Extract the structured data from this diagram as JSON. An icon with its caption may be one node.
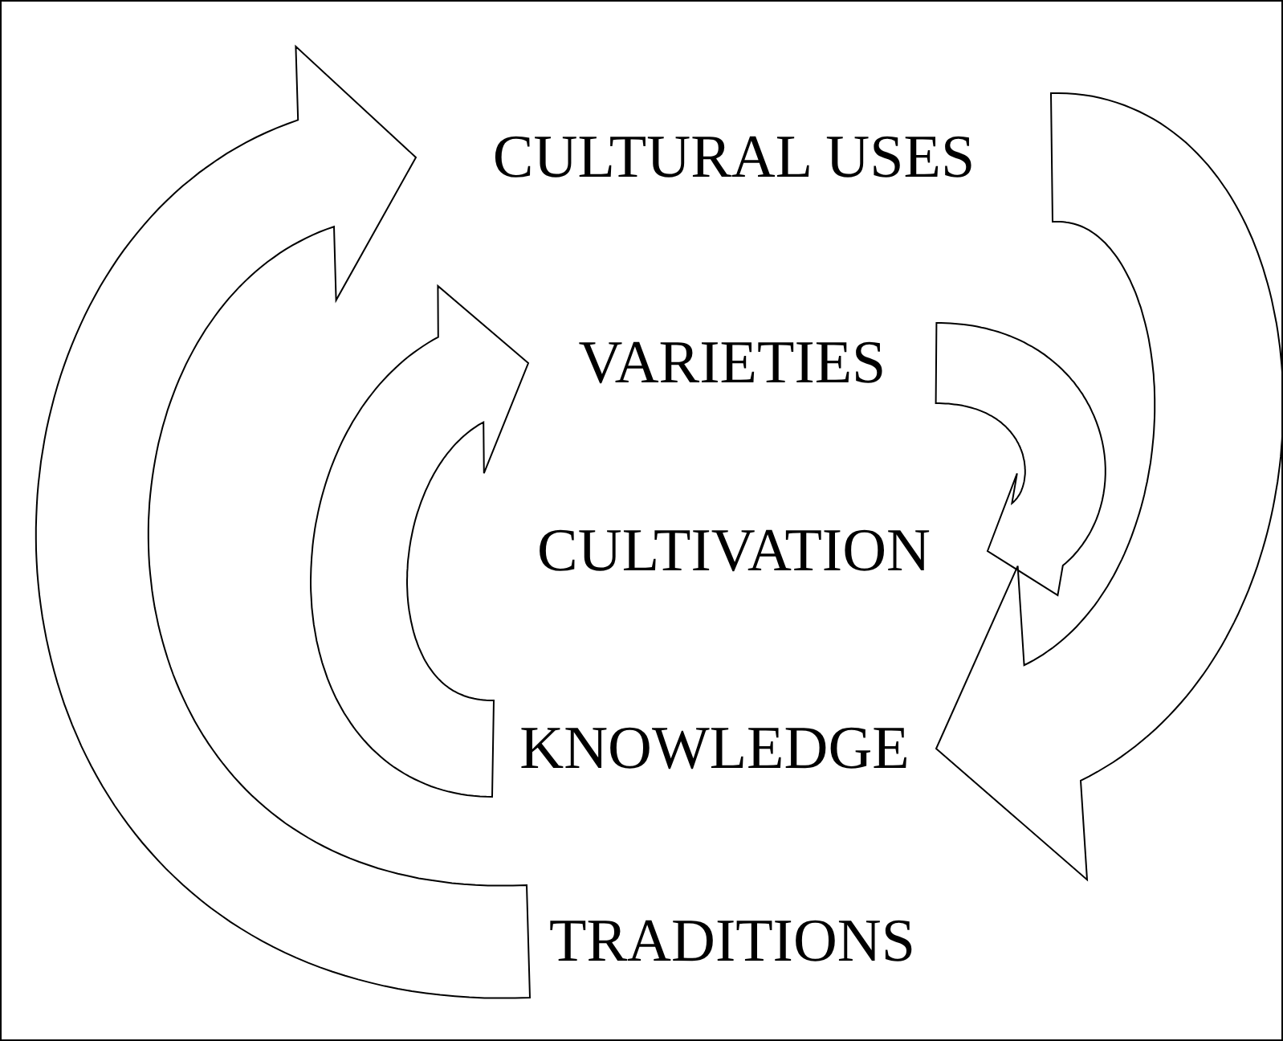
{
  "diagram": {
    "nodes": [
      {
        "text": [
          "CULTURAL USES"
        ]
      },
      {
        "text": [
          "VARIETIES"
        ]
      },
      {
        "text": [
          "CULTIVATION"
        ]
      },
      {
        "text": [
          "KNOWLEDGE"
        ]
      },
      {
        "text": [
          "TRADITIONS"
        ]
      }
    ],
    "edges": [
      {
        "from": 4,
        "to": 0,
        "arrow": "to"
      },
      {
        "from": 3,
        "to": 1,
        "arrow": "to"
      },
      {
        "from": 1,
        "to": 2,
        "arrow": "to"
      },
      {
        "from": 0,
        "to": 3,
        "arrow": "to"
      }
    ]
  }
}
